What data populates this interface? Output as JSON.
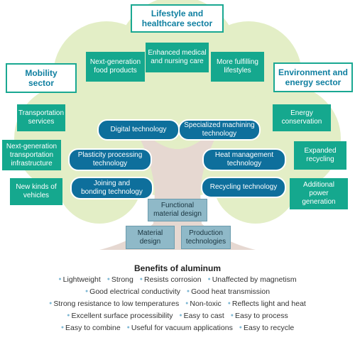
{
  "sectors": {
    "lifestyle": "Lifestyle and\nhealthcare sector",
    "mobility": "Mobility\nsector",
    "environment": "Environment and\nenergy sector"
  },
  "lifestyle_items": [
    "Next-generation\nfood products",
    "Enhanced medical\nand nursing care",
    "More fulfilling\nlifestyles"
  ],
  "mobility_items": [
    "Transportation\nservices",
    "Next-generation\ntransportation\ninfrastructure",
    "New kinds of\nvehicles"
  ],
  "environment_items": [
    "Energy\nconservation",
    "Expanded\nrecycling",
    "Additional\npower\ngeneration"
  ],
  "technologies": {
    "digital": "Digital technology",
    "specialized_machining": "Specialized machining\ntechnology",
    "plasticity_processing": "Plasticity processing\ntechnology",
    "heat_management": "Heat management\ntechnology",
    "joining_bonding": "Joining and\nbonding technology",
    "recycling": "Recycling technology"
  },
  "roots": {
    "functional_material_design": "Functional\nmaterial design",
    "material_design": "Material\ndesign",
    "production_technologies": "Production\ntechnologies"
  },
  "benefits": {
    "title": "Benefits of aluminum",
    "rows": [
      [
        "Lightweight",
        "Strong",
        "Resists corrosion",
        "Unaffected by magnetism"
      ],
      [
        "Good electrical conductivity",
        "Good heat transmission"
      ],
      [
        "Strong resistance to low temperatures",
        "Non-toxic",
        "Reflects light and heat"
      ],
      [
        "Excellent surface processibility",
        "Easy to cast",
        "Easy to process"
      ],
      [
        "Easy to combine",
        "Useful for vacuum applications",
        "Easy to recycle"
      ]
    ]
  },
  "colors": {
    "canopy": "#e3eec6",
    "trunk": "#e6d8d1",
    "sector_border": "#1aa892",
    "application_box": "#15a88e",
    "technology_pill": "#0e6f9c",
    "foundation_box": "#8fb9c8"
  }
}
